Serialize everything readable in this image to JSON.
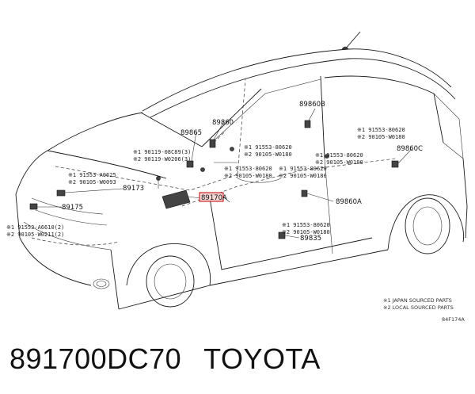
{
  "diagram": {
    "parts": {
      "p89860": "89860",
      "p89860B": "89860B",
      "p89860C": "89860C",
      "p89860A": "89860A",
      "p89865": "89865",
      "p89173": "89173",
      "p89175": "89175",
      "p89170A": "89170A",
      "p89835": "89835"
    },
    "notes": {
      "a1": "※1 90119-08C89(3)",
      "a2": "※2 90119-W0206(3)",
      "b1": "※1 91553-80620",
      "b2": "※2 90105-W0180",
      "c1": "※1 91553-80620",
      "c2": "※2 90105-W0180",
      "d1": "※1 91553-80620",
      "d2": "※2 90105-W0180",
      "e1": "※1 91553-80620",
      "e2": "※2 90105-W0180",
      "f1": "※1 91553-80620",
      "f2": "※2 90105-W0180",
      "g1": "※1 91553-A0625",
      "g2": "※2 90105-W0093",
      "h1": "※1 91553-A6610(2)",
      "h2": "※2 90105-W0211(2)",
      "i1": "※1 91553-80620",
      "i2": "※2 90105-W0180"
    },
    "legend": {
      "line1": "※1 JAPAN SOURCED PARTS",
      "line2": "※2 LOCAL SOURCED PARTS"
    },
    "figure_code": "84F174A"
  },
  "caption": {
    "part_number": "891700DC70",
    "brand": "TOYOTA"
  }
}
